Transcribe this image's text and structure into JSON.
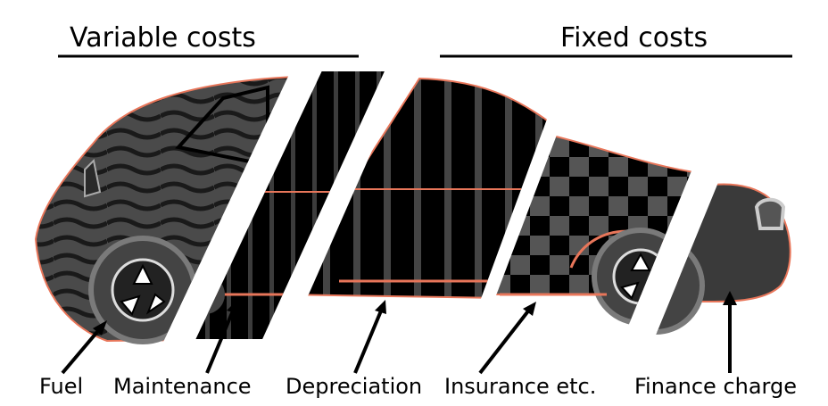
{
  "headers": {
    "variable_costs": "Variable costs",
    "fixed_costs": "Fixed costs"
  },
  "labels": {
    "fuel": "Fuel",
    "maintenance": "Maintenance",
    "depreciation": "Depreciation",
    "insurance": "Insurance etc.",
    "finance_charge": "Finance charge"
  },
  "colors": {
    "body_dark": "#3a3a3a",
    "pattern_black": "#000000",
    "pattern_gray": "#555555",
    "trim_orange": "#e8765a",
    "wheel_gray": "#7a7a7a",
    "background": "#ffffff"
  }
}
